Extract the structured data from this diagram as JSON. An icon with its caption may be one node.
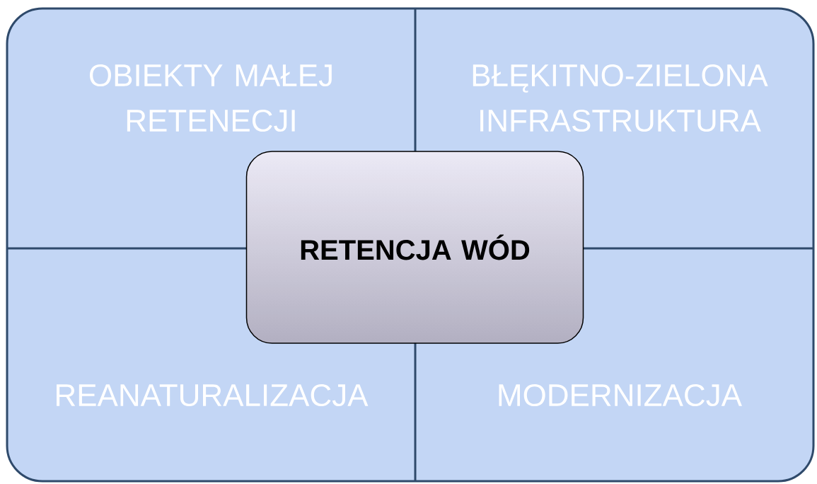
{
  "diagram": {
    "nodes": [
      {
        "text": [],
        "shape": "box"
      },
      {
        "text": [
          "OBIEKTY MAŁEJ RETENECJI"
        ],
        "in": 0
      },
      {
        "text": [
          "BŁĘKITNO-ZIELONA INFRASTRUKTURA"
        ],
        "in": 0
      },
      {
        "text": [
          "RETENCJA WÓD"
        ],
        "in": 0
      },
      {
        "text": [
          "REANATURALIZACJA"
        ],
        "in": 0
      },
      {
        "text": [
          "MODERNIZACJA"
        ],
        "in": 0
      }
    ]
  }
}
